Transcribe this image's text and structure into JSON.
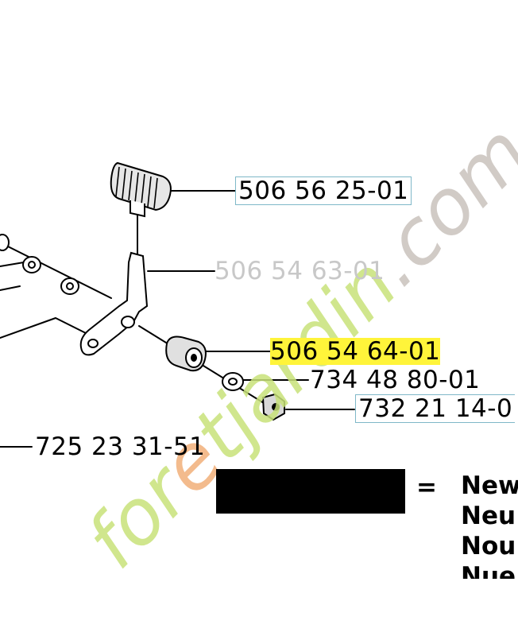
{
  "parts": {
    "p1": "506 56 25-01",
    "p2": "506 54 63-01",
    "p3": "506 54 64-01",
    "p4": "734 48 80-01",
    "p5": "732 21 14-0",
    "p6": "725 23 31-51"
  },
  "legend": {
    "equals": "=",
    "words": [
      "New",
      "Neu",
      "Nou",
      "Nue"
    ]
  },
  "watermark": {
    "text": "foretjardin.com",
    "colors": {
      "green": "#c8e27a",
      "orange": "#f2b07a",
      "gray": "#c9c2bd"
    }
  },
  "colors": {
    "highlight": "#fff43a",
    "box_border": "#7fb8c8"
  }
}
